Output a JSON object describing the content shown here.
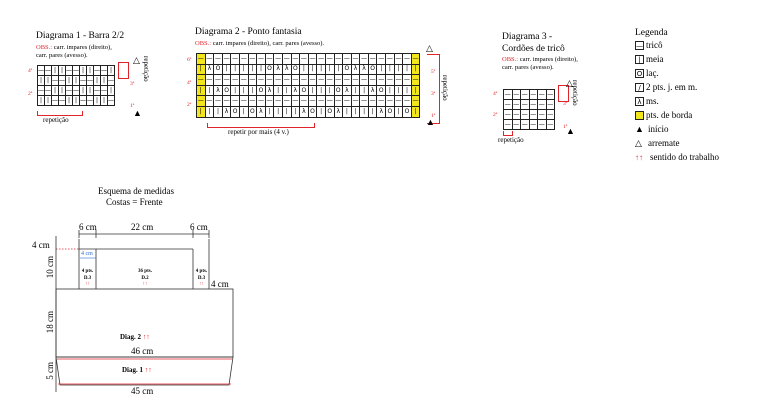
{
  "d1": {
    "title": "Diagrama 1 - Barra 2/2",
    "obs_label": "OBS.:",
    "obs_1": "carr. impares (direito),",
    "obs_2": "carr. pares (avesso).",
    "rows": [
      "4ª",
      "3ª",
      "2ª",
      "1ª"
    ],
    "repeat_h": "repetição",
    "repeat_v": "repetição",
    "grid": [
      [
        "-",
        "-",
        "|",
        "|",
        "-",
        "-",
        "|",
        "|",
        "-",
        "-",
        "|"
      ],
      [
        "|",
        "|",
        "-",
        "-",
        "|",
        "|",
        "-",
        "-",
        "|",
        "|",
        "-"
      ],
      [
        "-",
        "-",
        "|",
        "|",
        "-",
        "-",
        "|",
        "|",
        "-",
        "-",
        "|"
      ],
      [
        "|",
        "|",
        "-",
        "-",
        "|",
        "|",
        "-",
        "-",
        "|",
        "|",
        "-"
      ]
    ]
  },
  "d2": {
    "title": "Diagrama 2 - Ponto fantasia",
    "obs_label": "OBS.:",
    "obs": "carr. impares (direito), carr. pares (avesso).",
    "rows_left": [
      "6ª",
      "4ª",
      "2ª"
    ],
    "rows_right": [
      "5ª",
      "3ª",
      "1ª"
    ],
    "repeat_h": "repetir por mais (4 v.)",
    "repeat_v": "repetição",
    "grid": [
      [
        "-",
        "-",
        "-",
        "-",
        "-",
        "-",
        "-",
        "-",
        "-",
        "-",
        "-",
        "-",
        "-",
        "-",
        "-",
        "-",
        "-",
        "-",
        "-",
        "-",
        "-",
        "-",
        "-",
        "-"
      ],
      [
        "λ",
        "O",
        "|",
        "|",
        "|",
        "|",
        "|",
        "O",
        "λ",
        "λ",
        "O",
        "|",
        "|",
        "|",
        "|",
        "|",
        "O",
        "λ",
        "λ",
        "O",
        "|",
        "|",
        "|",
        "|"
      ],
      [
        "-",
        "-",
        "-",
        "-",
        "-",
        "-",
        "-",
        "-",
        "-",
        "-",
        "-",
        "-",
        "-",
        "-",
        "-",
        "-",
        "-",
        "-",
        "-",
        "-",
        "-",
        "-",
        "-",
        "-"
      ],
      [
        "|",
        "λ",
        "O",
        "|",
        "|",
        "|",
        "O",
        "λ",
        "|",
        "|",
        "λ",
        "O",
        "|",
        "|",
        "|",
        "O",
        "λ",
        "|",
        "|",
        "λ",
        "O",
        "|",
        "|",
        "|"
      ],
      [
        "-",
        "-",
        "-",
        "-",
        "-",
        "-",
        "-",
        "-",
        "-",
        "-",
        "-",
        "-",
        "-",
        "-",
        "-",
        "-",
        "-",
        "-",
        "-",
        "-",
        "-",
        "-",
        "-",
        "-"
      ],
      [
        "|",
        "|",
        "λ",
        "O",
        "|",
        "O",
        "λ",
        "|",
        "|",
        "|",
        "|",
        "λ",
        "O",
        "|",
        "O",
        "λ",
        "|",
        "|",
        "|",
        "|",
        "λ",
        "O",
        "|",
        "O"
      ]
    ]
  },
  "d3": {
    "title_1": "Diagrama 3 -",
    "title_2": "Cordões de tricô",
    "obs_label": "OBS.:",
    "obs_1": "carr. impares (direito),",
    "obs_2": "carr. pares (avesso).",
    "rows": [
      "4ª",
      "3ª",
      "2ª",
      "1ª"
    ],
    "repeat_h": "repetição",
    "repeat_v": "repetição"
  },
  "legend": {
    "title": "Legenda",
    "items": [
      {
        "symbol": "—",
        "label": "tricô"
      },
      {
        "symbol": "|",
        "label": "meia"
      },
      {
        "symbol": "O",
        "label": "laç."
      },
      {
        "symbol": "/",
        "label": "2 pts. j. em m."
      },
      {
        "symbol": "λ",
        "label": "ms."
      },
      {
        "symbol": "",
        "label": "pts. de borda"
      },
      {
        "symbol": "▲",
        "label": "início"
      },
      {
        "symbol": "△",
        "label": "arremate"
      },
      {
        "symbol": "↑↑",
        "label": "sentido do trabalho"
      }
    ]
  },
  "scheme": {
    "title_1": "Esquema de medidas",
    "title_2": "Costas = Frente",
    "w_6a": "6 cm",
    "w_22": "22 cm",
    "w_6b": "6 cm",
    "h_4": "4 cm",
    "h_4_blue": "4 cm",
    "h_10": "10 cm",
    "w_4": "4 cm",
    "h_18": "18 cm",
    "h_5": "5 cm",
    "w_46": "46 cm",
    "w_45": "45 cm",
    "left_pts": "4 pts.",
    "left_d": "D.3",
    "mid_pts": "36 pts.",
    "mid_d": "D.2",
    "right_pts": "4 pts.",
    "right_d": "D.3",
    "arrows": "↑↑",
    "diag2": "Diag. 2",
    "diag1": "Diag. 1"
  }
}
